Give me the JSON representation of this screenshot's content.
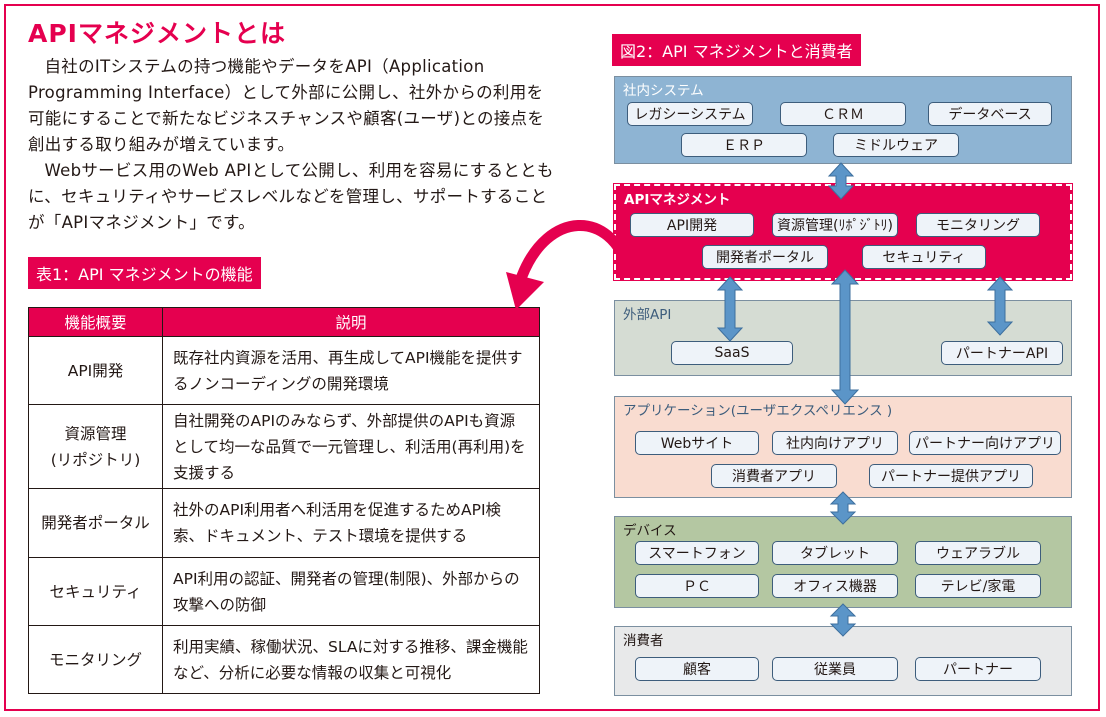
{
  "title": "APIマネジメントとは",
  "paragraphs": [
    "自社のITシステムの持つ機能やデータをAPI（Application Programming Interface）として外部に公開し、社外からの利用を可能にすることで新たなビジネスチャンスや顧客(ユーザ)との接点を創出する取り組みが増えています。",
    "Webサービス用のWeb APIとして公開し、利用を容易にするとともに、セキュリティやサービスレベルなどを管理し、サポートすることが「APIマネジメント」です。"
  ],
  "table": {
    "caption": "表1：API マネジメントの機能",
    "headers": [
      "機能概要",
      "説明"
    ],
    "rows": [
      {
        "name": "API開発",
        "desc": "既存社内資源を活用、再生成してAPI機能を提供するノンコーディングの開発環境"
      },
      {
        "name": "資源管理\n(リポジトリ)",
        "desc": "自社開発のAPIのみならず、外部提供のAPIも資源として均一な品質で一元管理し、利活用(再利用)を支援する"
      },
      {
        "name": "開発者ポータル",
        "desc": "社外のAPI利用者へ利活用を促進するためAPI検索、ドキュメント、テスト環境を提供する"
      },
      {
        "name": "セキュリティ",
        "desc": "API利用の認証、開発者の管理(制限)、外部からの攻撃への防御"
      },
      {
        "name": "モニタリング",
        "desc": "利用実績、稼働状況、SLAに対する推移、課金機能など、分析に必要な情報の収集と可視化"
      }
    ]
  },
  "diagram": {
    "caption": "図2：API マネジメントと消費者",
    "layers": [
      {
        "label": "社内システム",
        "color": "#8eb4d3",
        "items": [
          "レガシーシステム",
          "ＣＲＭ",
          "データベース",
          "ＥＲＰ",
          "ミドルウェア"
        ]
      },
      {
        "label": "APIマネジメント",
        "color": "#e5004f",
        "items": [
          "API開発",
          "資源管理(ﾘﾎﾟｼﾞﾄﾘ)",
          "モニタリング",
          "開発者ポータル",
          "セキュリティ"
        ]
      },
      {
        "label": "外部API",
        "color": "#d5dcd3",
        "items": [
          "SaaS",
          "パートナーAPI"
        ]
      },
      {
        "label": "アプリケーション(ユーザエクスペリエンス )",
        "color": "#f9dcd0",
        "items": [
          "Webサイト",
          "社内向けアプリ",
          "パートナー向けアプリ",
          "消費者アプリ",
          "パートナー提供アプリ"
        ]
      },
      {
        "label": "デバイス",
        "color": "#b4c7a2",
        "items": [
          "スマートフォン",
          "タブレット",
          "ウェアラブル",
          "ＰＣ",
          "オフィス機器",
          "テレビ/家電"
        ]
      },
      {
        "label": "消費者",
        "color": "#e8e9ea",
        "items": [
          "顧客",
          "従業員",
          "パートナー"
        ]
      }
    ]
  }
}
